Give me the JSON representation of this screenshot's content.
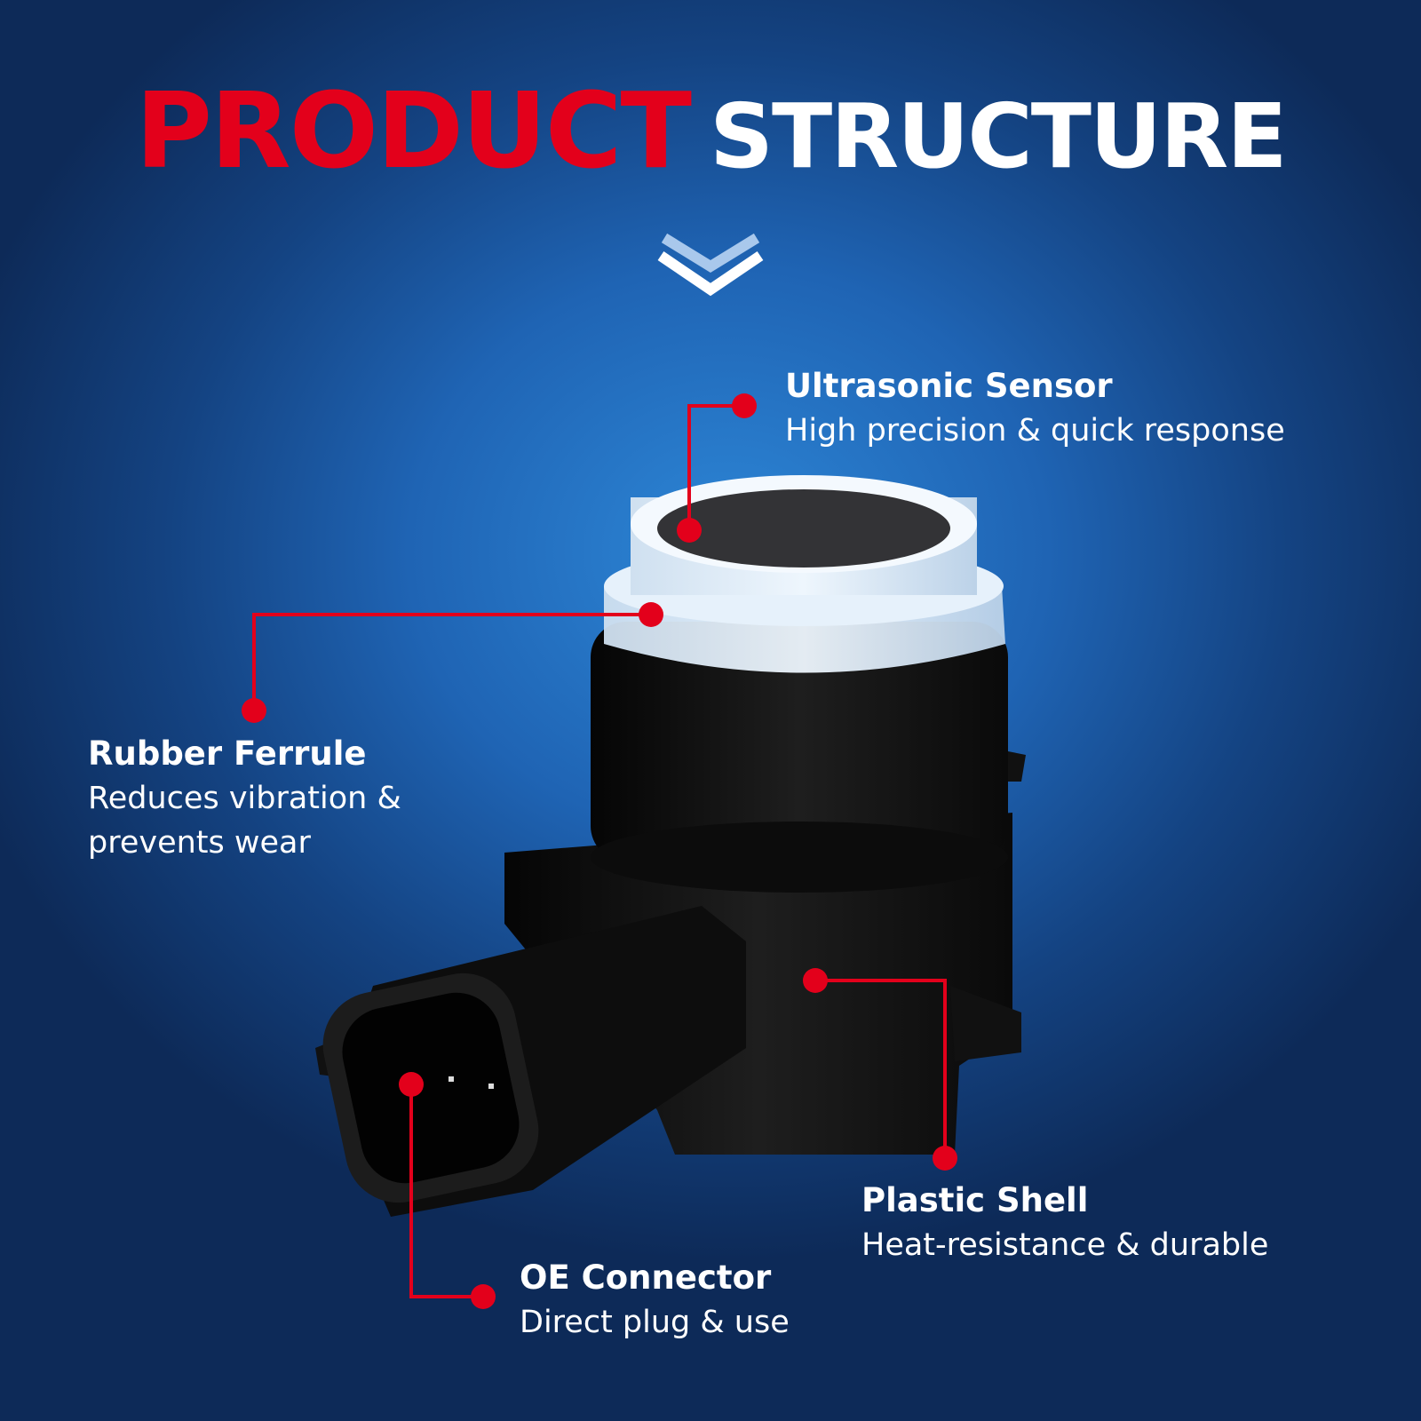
{
  "title": {
    "word1": "PRODUCT",
    "word2": "STRUCTURE"
  },
  "colors": {
    "accent_red": "#e3001b",
    "bg_center": "#2d86d6",
    "bg_edge": "#0d2a58"
  },
  "icons": {
    "scroll_down": "double-chevron-down-icon"
  },
  "callouts": [
    {
      "title": "Ultrasonic Sensor",
      "lines": [
        "High precision & quick response"
      ]
    },
    {
      "title": "Rubber Ferrule",
      "lines": [
        "Reduces vibration &",
        "prevents wear"
      ]
    },
    {
      "title": "Plastic Shell",
      "lines": [
        "Heat-resistance & durable"
      ]
    },
    {
      "title": "OE Connector",
      "lines": [
        "Direct plug & use"
      ]
    }
  ]
}
